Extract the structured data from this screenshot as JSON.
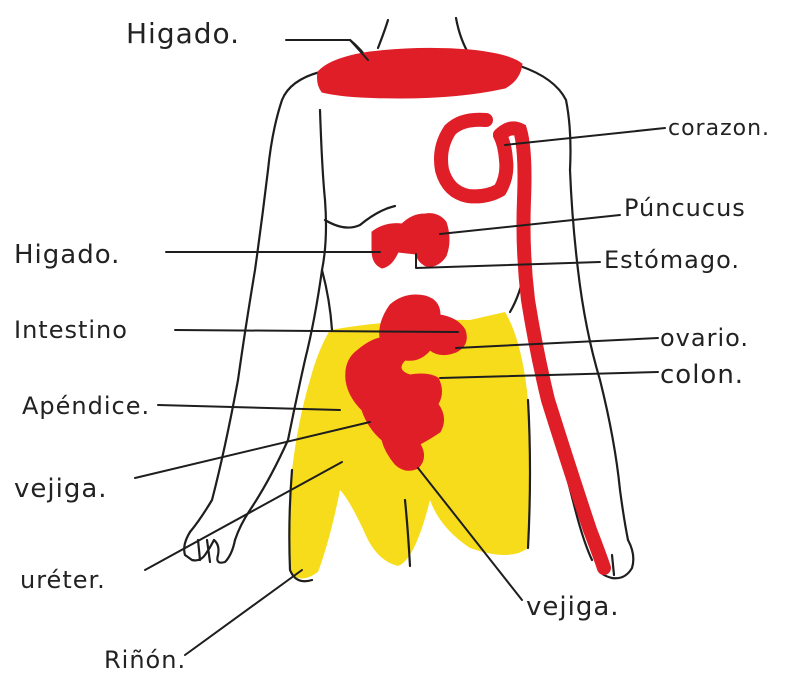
{
  "colors": {
    "organ_red": "#e01e28",
    "fill_yellow": "#f7dc1c",
    "ink": "#1e1e1e",
    "paper": "#ffffff"
  },
  "labels": {
    "higado_top": "Higado.",
    "corazon": "corazon.",
    "pancreas": "Púncucus",
    "higado_left": "Higado.",
    "estomago": "Estómago.",
    "intestino": "Intestino",
    "ovario": "ovario.",
    "apendice": "Apéndice.",
    "colon": "colon.",
    "vejiga_left": "vejiga.",
    "ureter": "uréter.",
    "vejiga_bottom": "vejiga.",
    "rinon": "Riñón."
  }
}
